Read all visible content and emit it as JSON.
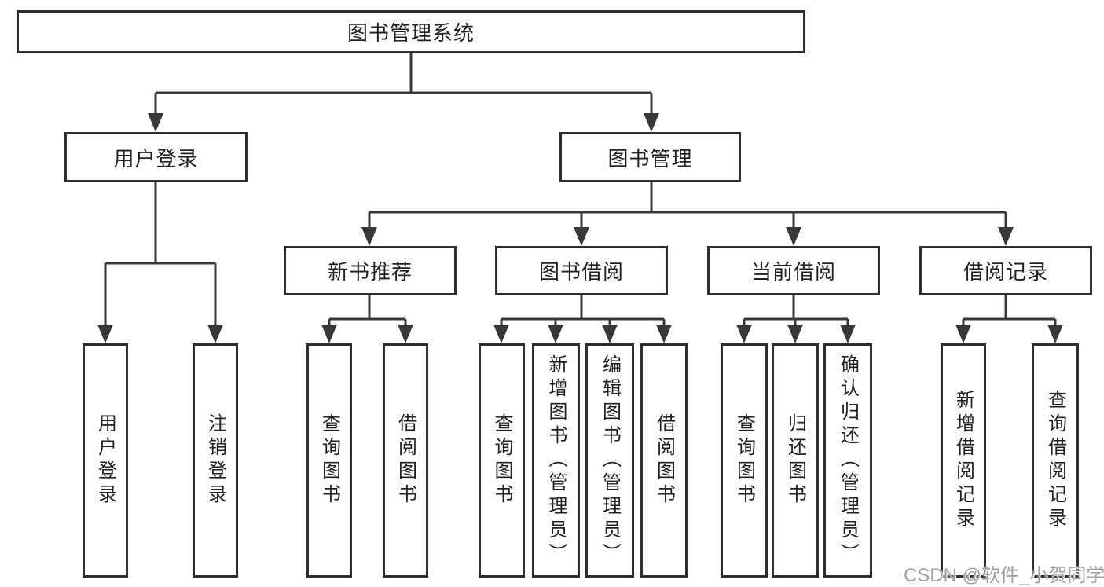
{
  "diagram": {
    "title": "图书管理系统",
    "root": {
      "label": "图书管理系统"
    },
    "level2": [
      {
        "label": "用户登录"
      },
      {
        "label": "图书管理"
      }
    ],
    "level3": [
      {
        "label": "新书推荐",
        "parent": "图书管理"
      },
      {
        "label": "图书借阅",
        "parent": "图书管理"
      },
      {
        "label": "当前借阅",
        "parent": "图书管理"
      },
      {
        "label": "借阅记录",
        "parent": "图书管理"
      }
    ],
    "leaves": [
      {
        "label": "用户登录",
        "parent": "用户登录"
      },
      {
        "label": "注销登录",
        "parent": "用户登录"
      },
      {
        "label": "查询图书",
        "parent": "新书推荐"
      },
      {
        "label": "借阅图书",
        "parent": "新书推荐"
      },
      {
        "label": "查询图书",
        "parent": "图书借阅"
      },
      {
        "label": "新增图书（管理员）",
        "parent": "图书借阅"
      },
      {
        "label": "编辑图书（管理员）",
        "parent": "图书借阅"
      },
      {
        "label": "借阅图书",
        "parent": "图书借阅"
      },
      {
        "label": "查询图书",
        "parent": "当前借阅"
      },
      {
        "label": "归还图书",
        "parent": "当前借阅"
      },
      {
        "label": "确认归还（管理员）",
        "parent": "当前借阅"
      },
      {
        "label": "新增借阅记录",
        "parent": "借阅记录"
      },
      {
        "label": "查询借阅记录",
        "parent": "借阅记录"
      }
    ]
  },
  "watermark": {
    "text": "CSDN @软件_小贺同学"
  },
  "colors": {
    "background": "#ffffff",
    "box_border": "#2e2e2e",
    "line": "#383838",
    "text": "#1f1f1f",
    "watermark": "#a0a0a0"
  }
}
